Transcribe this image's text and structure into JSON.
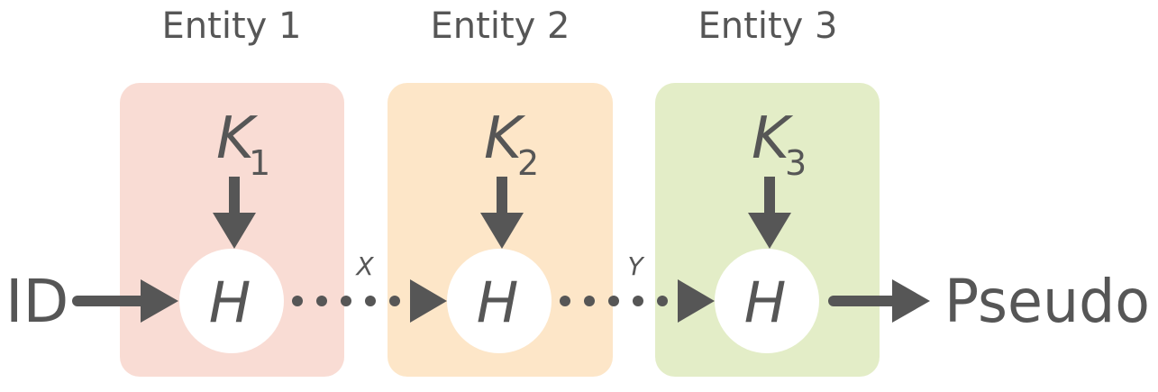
{
  "diagram": {
    "entities": [
      {
        "label": "Entity 1",
        "key_letter": "K",
        "key_sub": "1",
        "hash": "H",
        "color": "#f9dcd4"
      },
      {
        "label": "Entity 2",
        "key_letter": "K",
        "key_sub": "2",
        "hash": "H",
        "color": "#fde6c8"
      },
      {
        "label": "Entity 3",
        "key_letter": "K",
        "key_sub": "3",
        "hash": "H",
        "color": "#e3edc7"
      }
    ],
    "input": "ID",
    "output": "Pseudo",
    "edges": {
      "first": "X",
      "second": "Y"
    },
    "colors": {
      "ink": "#565656",
      "node_fill": "#ffffff"
    }
  }
}
